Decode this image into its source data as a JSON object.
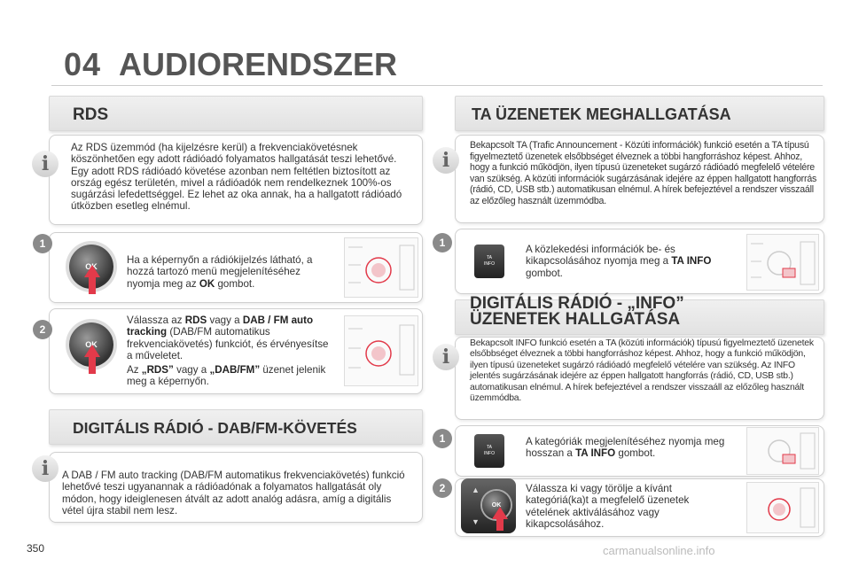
{
  "header": {
    "chapter": "04",
    "title": "AUDIORENDSZER"
  },
  "left": {
    "rds_heading": "RDS",
    "rds_info": "Az RDS üzemmód (ha kijelzésre kerül) a frekvenciakövetésnek köszönhetően egy adott rádióadó folyamatos hallgatását teszi lehetővé. Egy adott RDS rádióadó követése azonban nem feltétlen biztosított az ország egész területén, mivel a rádióadók nem rendelkeznek 100%-os sugárzási lefedettséggel. Ez lehet az oka annak, ha a hallgatott rádióadó útközben esetleg elnémul.",
    "step1_num": "1",
    "step1_a": "Ha a képernyőn a rádiókijelzés látható, a hozzá tartozó menü megjelenítéséhez nyomja meg az ",
    "step1_b": "OK",
    "step1_c": " gombot.",
    "step2_num": "2",
    "step2_a": "Válassza az ",
    "step2_b": "RDS",
    "step2_c": " vagy a ",
    "step2_d": "DAB / FM auto tracking",
    "step2_e": " (DAB/FM automatikus frekvenciakövetés) funkciót, és érvényesítse a műveletet.",
    "step2_f": "Az ",
    "step2_g": "„RDS”",
    "step2_h": " vagy a ",
    "step2_i": "„DAB/FM”",
    "step2_j": " üzenet jelenik meg a képernyőn.",
    "ok_label": "OK",
    "dab_heading": "DIGITÁLIS RÁDIÓ - DAB/FM-KÖVETÉS",
    "dab_info": "A DAB / FM auto tracking (DAB/FM automatikus frekvenciakövetés) funkció lehetővé teszi ugyanannak a rádióadónak a folyamatos hallgatását oly módon, hogy ideiglenesen átvált az adott analóg adásra, amíg a digitális vétel újra stabil nem lesz."
  },
  "right": {
    "ta_heading": "TA ÜZENETEK MEGHALLGATÁSA",
    "ta_info": "Bekapcsolt TA (Trafic Announcement - Közúti információk) funkció esetén a TA típusú figyelmeztető üzenetek elsőbbséget élveznek a többi hangforráshoz képest. Ahhoz, hogy a funkció működjön, ilyen típusú üzeneteket sugárzó rádióadó megfelelő vételére van szükség. A közúti információk sugárzásának idejére az éppen hallgatott hangforrás (rádió, CD, USB stb.) automatikusan elnémul. A hírek befejeztével a rendszer visszaáll az előzőleg használt üzemmódba.",
    "ta_step1_num": "1",
    "ta_step1_a": "A közlekedési információk be- és kikapcsolásához nyomja meg a ",
    "ta_step1_b": "TA INFO",
    "ta_step1_c": " gombot.",
    "info_heading_l1": "DIGITÁLIS RÁDIÓ - „INFO”",
    "info_heading_l2": "ÜZENETEK HALLGATÁSA",
    "info_info": "Bekapcsolt INFO funkció esetén a TA (közúti információk) típusú figyelmeztető üzenetek elsőbbséget élveznek a többi hangforráshoz képest. Ahhoz, hogy a funkció működjön, ilyen típusú üzeneteket sugárzó rádióadó megfelelő vételére van szükség. Az INFO jelentés sugárzásának idejére az éppen hallgatott hangforrás (rádió, CD, USB stb.) automatikusan elnémul. A hírek befejeztével a rendszer visszaáll az előzőleg használt üzemmódba.",
    "info_step1_num": "1",
    "info_step1_a": "A kategóriák megjelenítéséhez nyomja meg hosszan a ",
    "info_step1_b": "TA INFO",
    "info_step1_c": " gombot.",
    "info_step2_num": "2",
    "info_step2": "Válassza ki vagy törölje a kívánt kategóriá(ka)t a megfelelő üzenetek vételének aktiválásához vagy kikapcsolásához.",
    "ta_btn_l1": "TA",
    "ta_btn_l2": "INFO"
  },
  "footer": {
    "page": "350",
    "watermark": "carmanualsonline.info"
  },
  "colors": {
    "accent_red": "#e23a4a",
    "heading_bg": "#e8e8e8"
  }
}
